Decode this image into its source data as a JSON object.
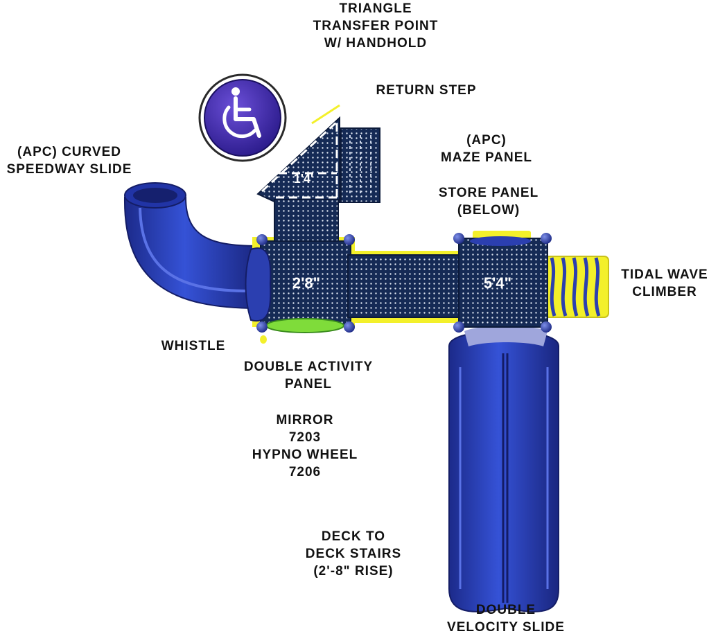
{
  "labels": {
    "triangle_transfer": [
      "TRIANGLE",
      "TRANSFER POINT",
      "W/ HANDHOLD"
    ],
    "return_step": [
      "RETURN STEP"
    ],
    "curved_slide": [
      "(APC) CURVED",
      "SPEEDWAY SLIDE"
    ],
    "maze_panel": [
      "(APC)",
      "MAZE PANEL"
    ],
    "store_panel": [
      "STORE PANEL",
      "(BELOW)"
    ],
    "tidal_wave": [
      "TIDAL WAVE",
      "CLIMBER"
    ],
    "whistle": [
      "WHISTLE"
    ],
    "double_activity": [
      "DOUBLE ACTIVITY",
      "PANEL"
    ],
    "mirror": [
      "MIRROR",
      "7203",
      "HYPNO WHEEL",
      "7206"
    ],
    "deck_stairs": [
      "DECK TO",
      "DECK STAIRS",
      "(2'-8\" RISE)"
    ],
    "double_velocity": [
      "DOUBLE",
      "VELOCITY SLIDE"
    ]
  },
  "deck_heights": {
    "triangle_deck": "1'4'",
    "left_deck": "2'8\"",
    "right_deck": "5'4\""
  },
  "icons": {
    "accessibility": "wheelchair-accessibility-icon"
  },
  "colors": {
    "slide_blue": "#2b3fb0",
    "deck_navy": "#152a55",
    "accent_yellow": "#f3f02a",
    "accent_green": "#7fdc3a",
    "label_black": "#111111"
  }
}
